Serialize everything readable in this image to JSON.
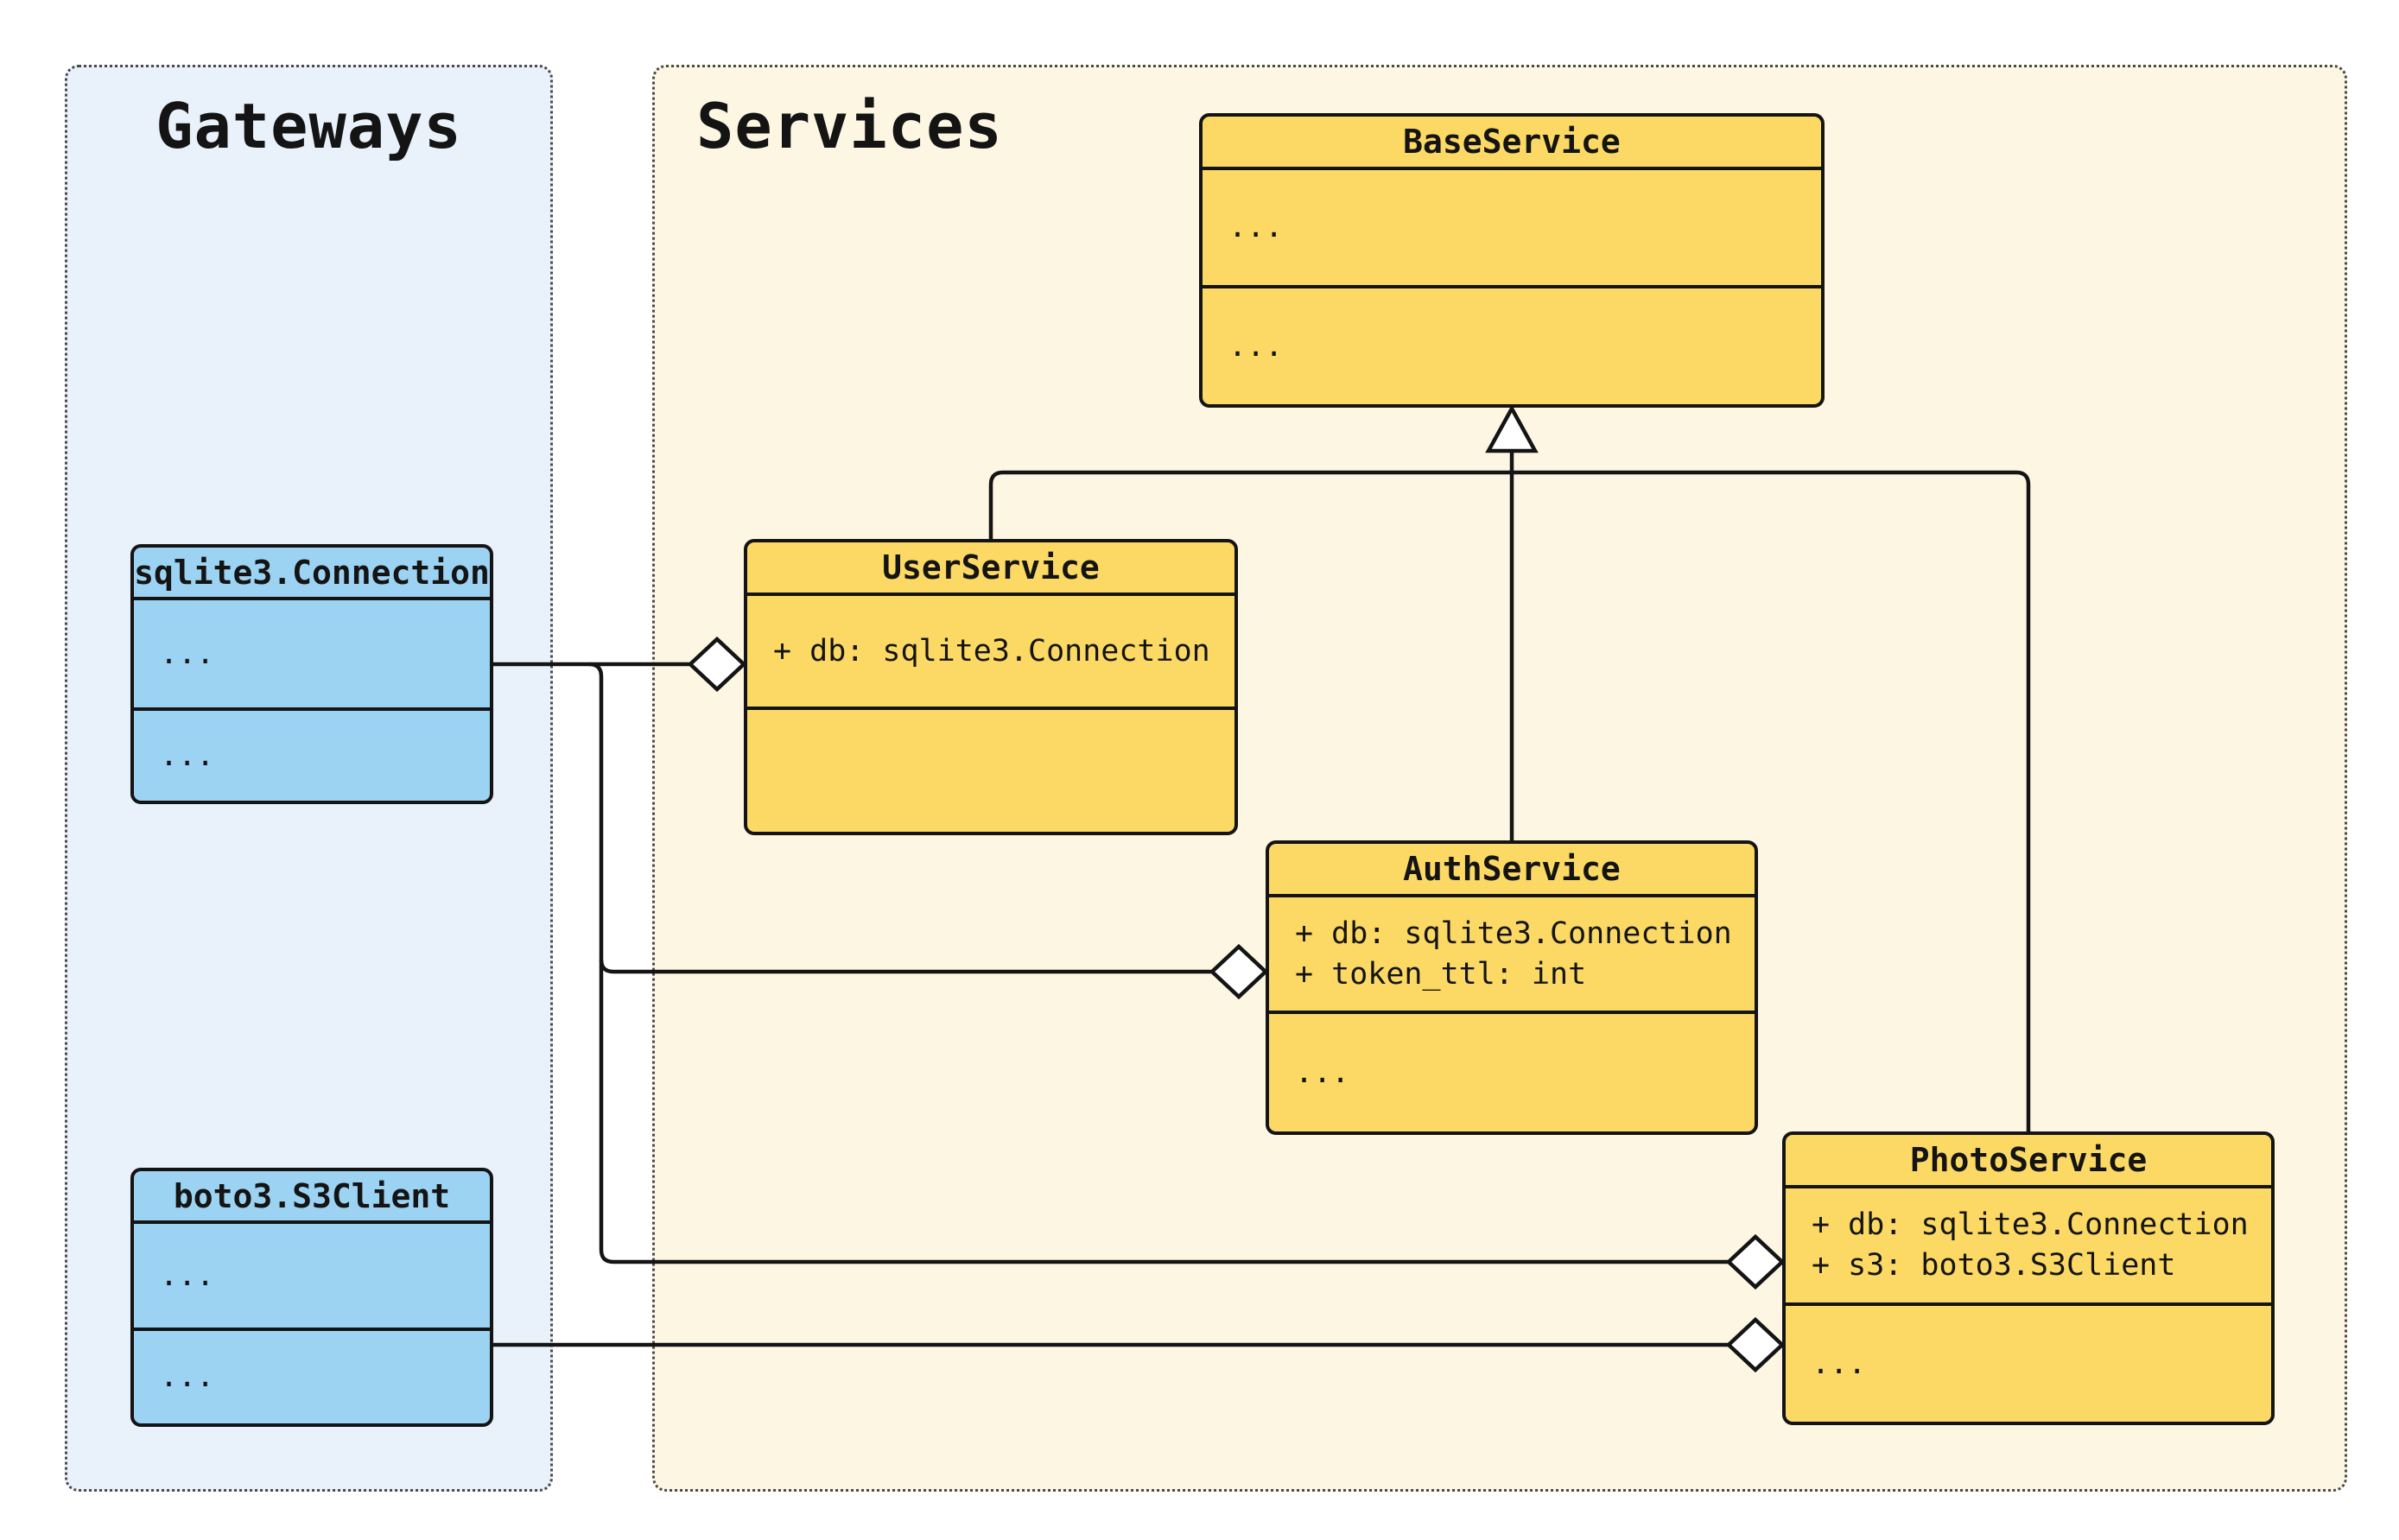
{
  "containers": {
    "gateways": {
      "title": "Gateways"
    },
    "services": {
      "title": "Services"
    }
  },
  "classes": {
    "sqlite3_connection": {
      "name": "sqlite3.Connection",
      "attributes": [
        "..."
      ],
      "methods": [
        "..."
      ]
    },
    "boto3_s3client": {
      "name": "boto3.S3Client",
      "attributes": [
        "..."
      ],
      "methods": [
        "..."
      ]
    },
    "base_service": {
      "name": "BaseService",
      "attributes": [
        "..."
      ],
      "methods": [
        "..."
      ]
    },
    "user_service": {
      "name": "UserService",
      "attributes": [
        "+ db: sqlite3.Connection"
      ],
      "methods": []
    },
    "auth_service": {
      "name": "AuthService",
      "attributes": [
        "+ db: sqlite3.Connection",
        "+ token_ttl: int"
      ],
      "methods": [
        "..."
      ]
    },
    "photo_service": {
      "name": "PhotoService",
      "attributes": [
        "+ db: sqlite3.Connection",
        "+ s3: boto3.S3Client"
      ],
      "methods": [
        "..."
      ]
    }
  },
  "relationships": [
    {
      "type": "inheritance",
      "from": "UserService",
      "to": "BaseService"
    },
    {
      "type": "inheritance",
      "from": "AuthService",
      "to": "BaseService"
    },
    {
      "type": "inheritance",
      "from": "PhotoService",
      "to": "BaseService"
    },
    {
      "type": "aggregation",
      "from": "sqlite3.Connection",
      "to": "UserService"
    },
    {
      "type": "aggregation",
      "from": "sqlite3.Connection",
      "to": "AuthService"
    },
    {
      "type": "aggregation",
      "from": "sqlite3.Connection",
      "to": "PhotoService"
    },
    {
      "type": "aggregation",
      "from": "boto3.S3Client",
      "to": "PhotoService"
    }
  ],
  "colors": {
    "service_fill": "#fbd964",
    "gateway_fill": "#9cd2f2",
    "gateways_container_bg": "#e9f1fb",
    "services_container_bg": "#fdf6e2",
    "line": "#141414"
  }
}
